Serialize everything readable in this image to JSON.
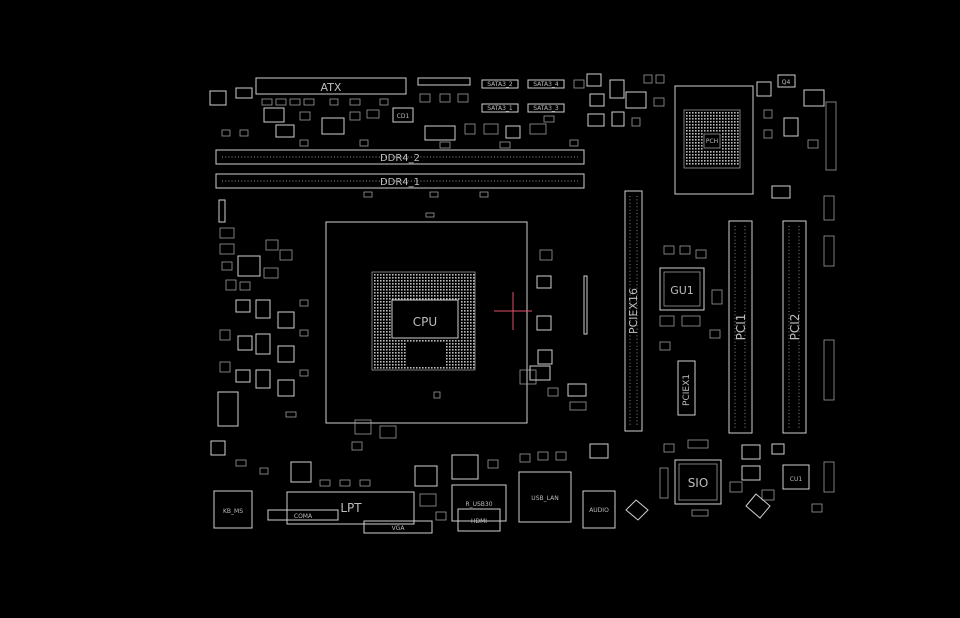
{
  "board": {
    "connectors": {
      "atx": "ATX",
      "ddr4_2": "DDR4_2",
      "ddr4_1": "DDR4_1",
      "sata1_2": "SATA3_2",
      "sata1_4": "SATA3_4",
      "sata2_1": "SATA3_1",
      "sata2_3": "SATA3_3",
      "pciex16": "PCIEX16",
      "pciex1": "PCIEX1",
      "pci1": "PCI1",
      "pci2": "PCI2",
      "lpt": "LPT",
      "com": "COMA",
      "vga": "VGA",
      "kb_ms": "KB_MS",
      "usb30": "R_USB30",
      "hdmi": "HDMI",
      "usb_lan": "USB_LAN",
      "audio": "AUDIO",
      "pch_small": "PCH"
    },
    "chips": {
      "cpu": "CPU",
      "gu1": "GU1",
      "sio": "SIO",
      "cu1": "CU1",
      "q4": "Q4",
      "cd1": "CD1"
    }
  },
  "colors": {
    "background": "#000000",
    "trace": "#cfcfcf",
    "cursor": "#e0506a"
  }
}
